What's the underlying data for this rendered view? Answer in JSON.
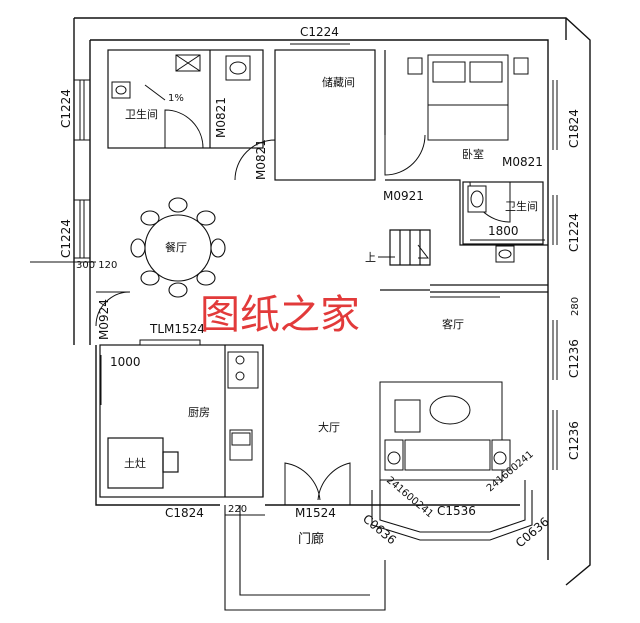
{
  "rooms": {
    "bathroom_1": "卫生间",
    "storage": "储藏间",
    "bedroom": "卧室",
    "bathroom_2": "卫生间",
    "dining": "餐厅",
    "living": "客厅",
    "kitchen": "厨房",
    "hall": "大厅",
    "stove": "土灶",
    "porch": "门廊"
  },
  "annotations": {
    "slope": "1%",
    "up": "上"
  },
  "codes": {
    "c1224_top": "C1224",
    "c1224_left_1": "C1224",
    "c1224_left_2": "C1224",
    "m0821_bath": "M0821",
    "m0821_storage": "M0821",
    "m0821_bedroom": "M0821",
    "m0921": "M0921",
    "dim_1800": "1800",
    "dim_300_120": "300 120",
    "m0924": "M0924",
    "tlm1524": "TLM1524",
    "dim_1000": "1000",
    "c1824_bottom": "C1824",
    "dim_220": "220",
    "m1524": "M1524",
    "c1536": "C1536",
    "bay_left": "241600241",
    "bay_right": "241600241",
    "c0636_left": "C0636",
    "c0636_right": "C0636",
    "c1824_right": "C1824",
    "c1224_right": "C1224",
    "dim_280": "280",
    "c1236_right_1": "C1236",
    "c1236_right_2": "C1236"
  },
  "watermark": "图纸之家"
}
